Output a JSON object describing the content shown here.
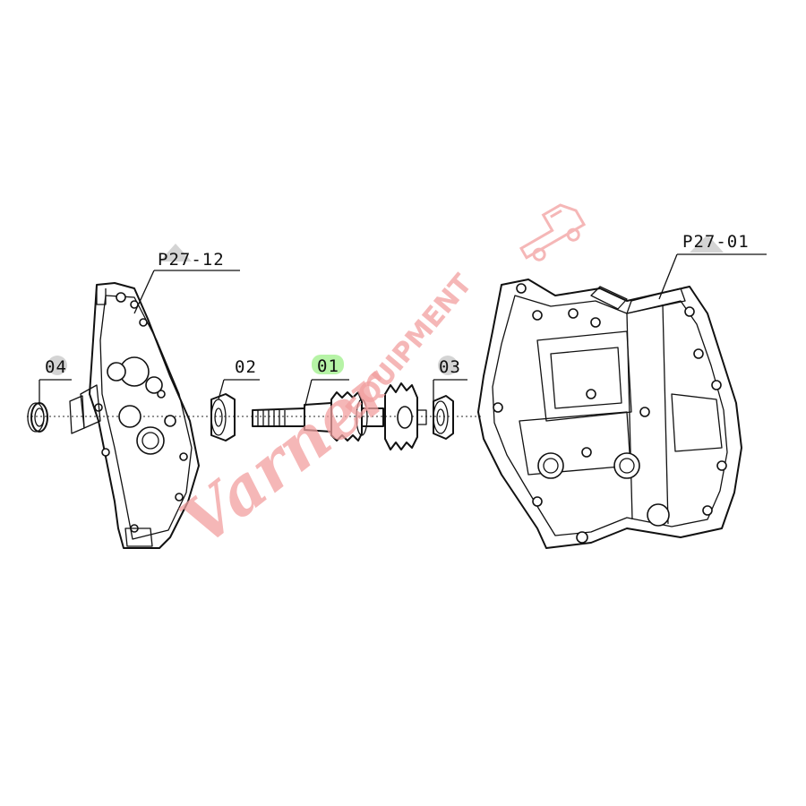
{
  "callouts": {
    "p27_12": "P27-12",
    "p27_01": "P27-01",
    "part_04": "04",
    "part_02": "02",
    "part_01": "01",
    "part_03": "03"
  },
  "highlight_color": "#b6f3a6",
  "badge_color": "#d4d4d4",
  "watermark": {
    "script": "Varner",
    "block": "EQUIPMENT",
    "color": "#f2a0a0"
  }
}
